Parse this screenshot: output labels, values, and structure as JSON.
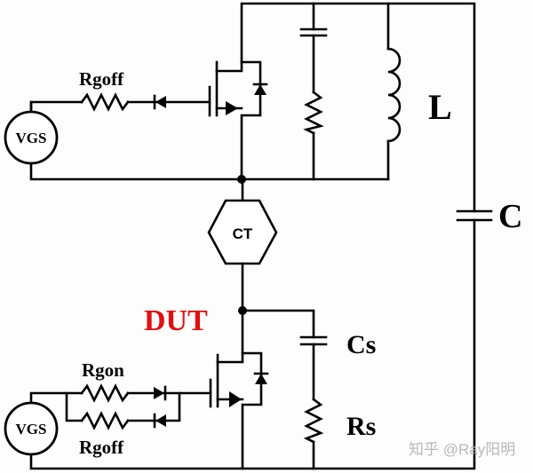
{
  "diagram": {
    "type": "double-pulse test circuit schematic",
    "colors": {
      "wire": "#000000",
      "dut_label": "#e01010",
      "watermark": "#b8b8b8"
    },
    "upper_driver": {
      "source_label": "VGS",
      "resistor_label": "Rgoff",
      "components": [
        "gate-voltage-source",
        "gate-resistor-off",
        "gate-diode",
        "mosfet-high-side"
      ]
    },
    "load": {
      "inductor_label": "L",
      "snubber": [
        "capacitor",
        "resistor"
      ]
    },
    "current_transformer_label": "CT",
    "bus_capacitor_label": "C",
    "dut_label": "DUT",
    "lower_driver": {
      "source_label": "VGS",
      "resistor_on_label": "Rgon",
      "resistor_off_label": "Rgoff",
      "components": [
        "gate-voltage-source",
        "gate-resistor-on",
        "diode-on",
        "gate-resistor-off",
        "diode-off",
        "mosfet-dut"
      ]
    },
    "snubber_labels": {
      "capacitor": "Cs",
      "resistor": "Rs"
    },
    "watermark": "知乎 @Ray阳明"
  }
}
